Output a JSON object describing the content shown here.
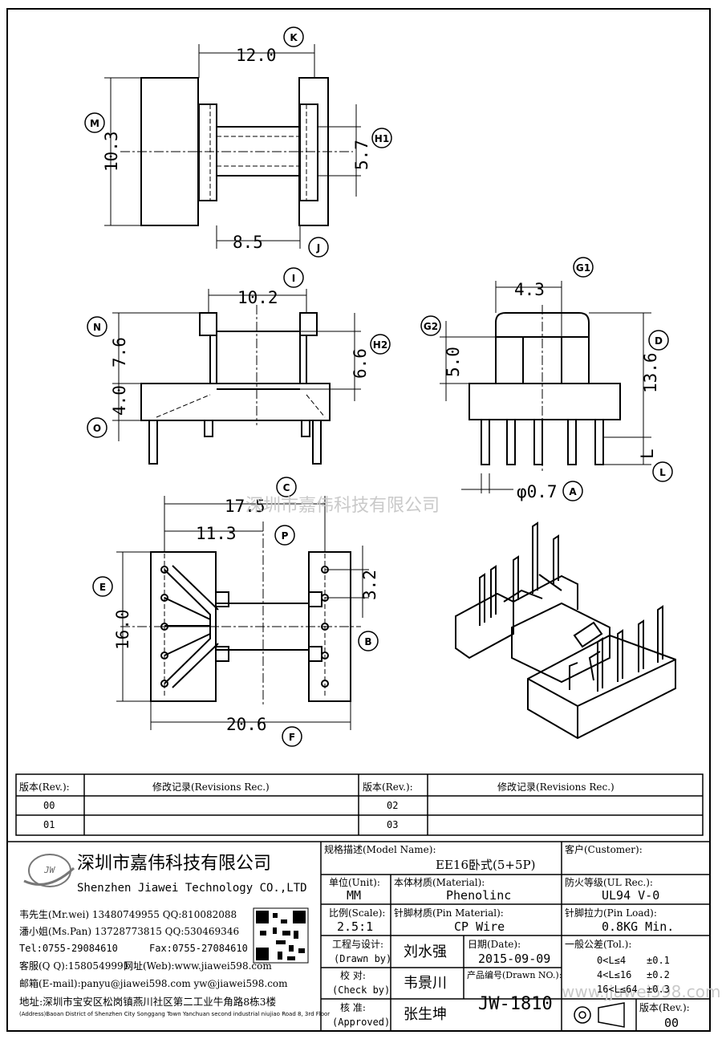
{
  "dimensions": {
    "top_width": "12.0",
    "top_height": "10.3",
    "top_inner": "5.7",
    "top_bottom": "8.5",
    "front_width": "10.2",
    "front_upper": "7.6",
    "front_lower": "4.0",
    "front_inner": "6.6",
    "side_width": "4.3",
    "side_g2": "5.0",
    "side_total": "13.6",
    "side_l": "L",
    "pin_dia": "φ0.7",
    "plan_overall": "17.5",
    "plan_half": "11.3",
    "plan_pitch": "3.2",
    "plan_height": "16.0",
    "plan_width": "20.6"
  },
  "bubbles": {
    "k": "K",
    "m": "M",
    "h1": "H1",
    "j": "J",
    "i": "I",
    "n": "N",
    "h2": "H2",
    "o": "O",
    "g1": "G1",
    "g2": "G2",
    "d": "D",
    "l": "L",
    "a": "A",
    "c": "C",
    "p": "P",
    "e": "E",
    "b": "B",
    "f": "F"
  },
  "watermark": "深圳市嘉伟科技有限公司",
  "watermark_url": "www.jjawei598.com",
  "revisions": {
    "rev_label": "版本(Rev.):",
    "rec_label": "修改记录(Revisions Rec.)",
    "r1": "00",
    "r2": "01",
    "r3": "02",
    "r4": "03"
  },
  "company": {
    "logo": "JW",
    "name_cn": "深圳市嘉伟科技有限公司",
    "name_en": "Shenzhen Jiawei Technology CO.,LTD",
    "contact1": "韦先生(Mr.wei) 13480749955 QQ:810082088",
    "contact2": "潘小姐(Ms.Pan) 13728773815 QQ:530469346",
    "tel": "Tel:0755-29084610",
    "fax": "Fax:0755-27084610",
    "qq": "客服(Q Q):1580549991",
    "web": "网址(Web):www.jiawei598.com",
    "email": "邮箱(E-mail):panyu@jiawei598.com  yw@jiawei598.com",
    "address_cn": "地址:深圳市宝安区松岗镇燕川社区第二工业牛角路8栋3楼",
    "address_en": "(Address)Baoan District of Shenzhen City Songgang Town Yanchuan  second industrial niujiao Road 8, 3rd Floor"
  },
  "title_block": {
    "model_label": "规格描述(Model Name):",
    "model_value": "EE16卧式(5+5P)",
    "customer_label": "客户(Customer):",
    "unit_label": "单位(Unit):",
    "unit_value": "MM",
    "material_label": "本体材质(Material):",
    "material_value": "Phenolinc",
    "ul_label": "防火等级(UL Rec.):",
    "ul_value": "UL94 V-0",
    "scale_label": "比例(Scale):",
    "scale_value": "2.5:1",
    "pin_material_label": "针脚材质(Pin Material):",
    "pin_material_value": "CP Wire",
    "pin_load_label": "针脚拉力(Pin Load):",
    "pin_load_value": "0.8KG Min.",
    "drawn_label1": "工程与设计:",
    "drawn_label2": "(Drawn by)",
    "drawn_value": "刘水强",
    "date_label": "日期(Date):",
    "date_value": "2015-09-09",
    "check_label1": "校  对:",
    "check_label2": "(Check by)",
    "check_value": "韦景川",
    "drawn_no_label": "产品编号(Drawn NO.):",
    "drawn_no_value": "JW-1810",
    "approved_label1": "核  准:",
    "approved_label2": "(Approved)",
    "approved_value": "张生坤",
    "tol_label": "一般公差(Tol.):",
    "tol1": "0<L≤4",
    "tol1v": "±0.1",
    "tol2": "4<L≤16",
    "tol2v": "±0.2",
    "tol3": "16<L≤64",
    "tol3v": "±0.3",
    "rev_label": "版本(Rev.):",
    "rev_value": "00"
  }
}
